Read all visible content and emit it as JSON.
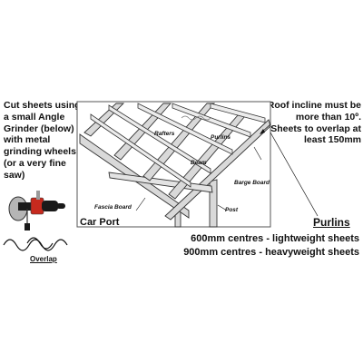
{
  "left_note": "Cut sheets using a small Angle Grinder (below) with metal grinding wheels (or a very fine saw)",
  "right_note": "Roof incline must be more than 10º. Sheets to overlap at least 150mm",
  "labels": {
    "rafters": "Rafters",
    "purlins": "Purlins",
    "beam": "Beam",
    "barge_board": "Barge Board",
    "fascia_board": "Fascia Board",
    "post": "Post",
    "car_port": "Car Port",
    "overlap": "Overlap"
  },
  "purlins_info": {
    "title": "Purlins",
    "line1": "600mm centres - lightweight sheets",
    "line2": "900mm centres - heavyweight sheets"
  },
  "colors": {
    "frame_outline": "#333333",
    "frame_fill": "#d9d9d9",
    "tool_red": "#c62a1e",
    "tool_black": "#1a1a1a",
    "tool_gray": "#9a9a9a"
  },
  "icons": [
    "angle-grinder-icon",
    "overlap-profile-icon"
  ]
}
